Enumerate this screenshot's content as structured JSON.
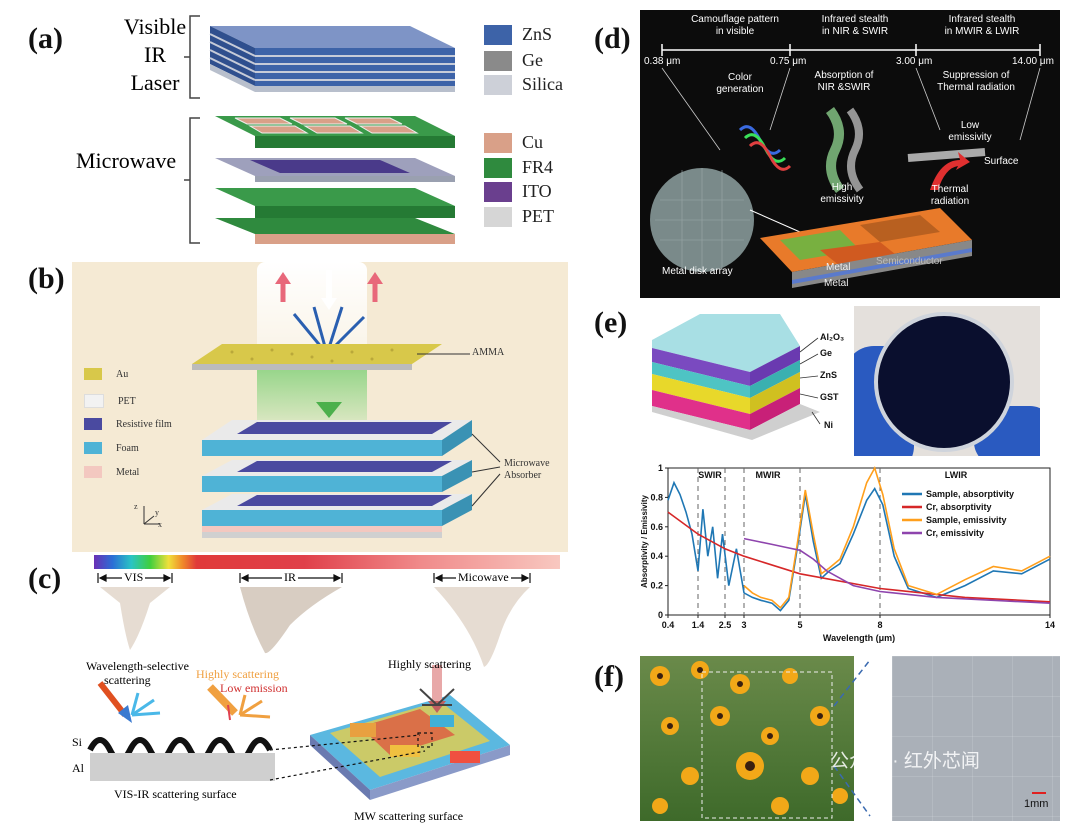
{
  "panels": {
    "a": {
      "letter": "(a)",
      "labels": [
        "Visible",
        "IR",
        "Laser",
        "Microwave"
      ],
      "legend": [
        {
          "label": "ZnS",
          "color": "#3d63a8"
        },
        {
          "label": "Ge",
          "color": "#8a8a8a"
        },
        {
          "label": "Silica",
          "color": "#cdd0d8"
        },
        {
          "label": "Cu",
          "color": "#d9a088"
        },
        {
          "label": "FR4",
          "color": "#2f8a3e"
        },
        {
          "label": "ITO",
          "color": "#6a3f8e"
        },
        {
          "label": "PET",
          "color": "#d6d6d6"
        }
      ]
    },
    "b": {
      "letter": "(b)",
      "legend": [
        {
          "label": "Au",
          "color": "#d8c84a"
        },
        {
          "label": "PET",
          "color": "#f2f2f2"
        },
        {
          "label": "Resistive film",
          "color": "#4a4aa0"
        },
        {
          "label": "Foam",
          "color": "#4fb3d6"
        },
        {
          "label": "Metal",
          "color": "#f3c8c0"
        }
      ],
      "amma": "AMMA",
      "absorber_line1": "Microwave",
      "absorber_line2": "Absorber",
      "axes": [
        "z",
        "y",
        "x"
      ]
    },
    "c": {
      "letter": "(c)",
      "bands": [
        "VIS",
        "IR",
        "Micowave"
      ],
      "left_label_1": "Wavelength-selective",
      "left_label_2": "scattering",
      "mid_label_1": "Highly scattering",
      "mid_label_2": "Low emission",
      "right_label": "Highly scattering",
      "si": "Si",
      "al": "Al",
      "left_caption": "VIS-IR scattering surface",
      "right_caption": "MW scattering surface"
    },
    "d": {
      "letter": "(d)",
      "headers": [
        {
          "l1": "Camouflage pattern",
          "l2": "in visible"
        },
        {
          "l1": "Infrared stealth",
          "l2": "in NIR & SWIR"
        },
        {
          "l1": "Infrared stealth",
          "l2": "in MWIR & LWIR"
        }
      ],
      "ticks": [
        "0.38 μm",
        "0.75 μm",
        "3.00 μm",
        "14.00 μm"
      ],
      "color_gen_1": "Color",
      "color_gen_2": "generation",
      "absorb_1": "Absorption of",
      "absorb_2": "NIR &SWIR",
      "suppress_1": "Suppression of",
      "suppress_2": "Thermal radiation",
      "low_em_1": "Low",
      "low_em_2": "emissivity",
      "surface": "Surface",
      "high_em_1": "High",
      "high_em_2": "emissivity",
      "thermal_1": "Thermal",
      "thermal_2": "radiation",
      "metal_disk": "Metal disk array",
      "metal1": "Metal",
      "semiconductor": "Semiconductor",
      "metal2": "Metal"
    },
    "e": {
      "letter": "(e)",
      "layers": [
        "Al₂O₃",
        "Ge",
        "ZnS",
        "GST",
        "Ni"
      ],
      "bands": [
        "SWIR",
        "MWIR",
        "LWIR"
      ]
    },
    "f": {
      "letter": "(f)",
      "scale": "1mm",
      "watermark": "公众号 · 红外芯闻"
    }
  },
  "chart_data": {
    "type": "line",
    "title": "",
    "xlabel": "Wavelength (μm)",
    "ylabel": "Absorptivity / Emissivity",
    "xlim": [
      0.4,
      14
    ],
    "ylim": [
      0,
      1
    ],
    "xticks": [
      "0.4",
      "1.4",
      "2.5",
      "3",
      "5",
      "8",
      "14"
    ],
    "yticks": [
      "0",
      "0.2",
      "0.4",
      "0.6",
      "0.8",
      "1"
    ],
    "band_boundaries": [
      1.4,
      2.5,
      3,
      5,
      8
    ],
    "legend_position": "top-right",
    "series": [
      {
        "name": "Sample, absorptivity",
        "color": "#1f77b4",
        "x": [
          0.4,
          0.6,
          0.8,
          1.0,
          1.2,
          1.4,
          1.6,
          1.8,
          2.0,
          2.2,
          2.4,
          2.6,
          2.8,
          3.0,
          3.3,
          3.6,
          4.0,
          4.3,
          4.6,
          4.9,
          5.2,
          5.5,
          5.8,
          6.1,
          6.5,
          7.0,
          7.5,
          7.8,
          8.1,
          8.5,
          9.0,
          10,
          11,
          12,
          13,
          14
        ],
        "y": [
          0.78,
          0.9,
          0.82,
          0.7,
          0.55,
          0.3,
          0.72,
          0.4,
          0.6,
          0.25,
          0.55,
          0.2,
          0.45,
          0.15,
          0.12,
          0.1,
          0.08,
          0.03,
          0.1,
          0.45,
          0.82,
          0.5,
          0.25,
          0.3,
          0.35,
          0.55,
          0.78,
          0.86,
          0.75,
          0.4,
          0.18,
          0.12,
          0.2,
          0.3,
          0.28,
          0.38
        ]
      },
      {
        "name": "Cr, absorptivity",
        "color": "#d62728",
        "x": [
          0.4,
          1.4,
          2.5,
          3,
          5,
          8,
          11,
          14
        ],
        "y": [
          0.7,
          0.55,
          0.45,
          0.4,
          0.28,
          0.18,
          0.12,
          0.09
        ]
      },
      {
        "name": "Sample, emissivity",
        "color": "#ff9f1c",
        "x": [
          3.0,
          3.3,
          3.6,
          4.0,
          4.3,
          4.6,
          4.9,
          5.2,
          5.5,
          5.8,
          6.1,
          6.5,
          7.0,
          7.5,
          7.8,
          8.1,
          8.5,
          9.0,
          10,
          11,
          12,
          13,
          14
        ],
        "y": [
          0.2,
          0.15,
          0.12,
          0.1,
          0.05,
          0.12,
          0.48,
          0.85,
          0.55,
          0.28,
          0.32,
          0.38,
          0.6,
          0.9,
          1.0,
          0.82,
          0.45,
          0.2,
          0.14,
          0.24,
          0.33,
          0.3,
          0.4
        ]
      },
      {
        "name": "Cr, emissivity",
        "color": "#8e44ad",
        "x": [
          3.0,
          3.5,
          4.0,
          4.5,
          5.0,
          5.5,
          6.0,
          7,
          8,
          10,
          12,
          14
        ],
        "y": [
          0.52,
          0.5,
          0.48,
          0.46,
          0.44,
          0.38,
          0.3,
          0.2,
          0.16,
          0.12,
          0.1,
          0.08
        ]
      }
    ]
  }
}
